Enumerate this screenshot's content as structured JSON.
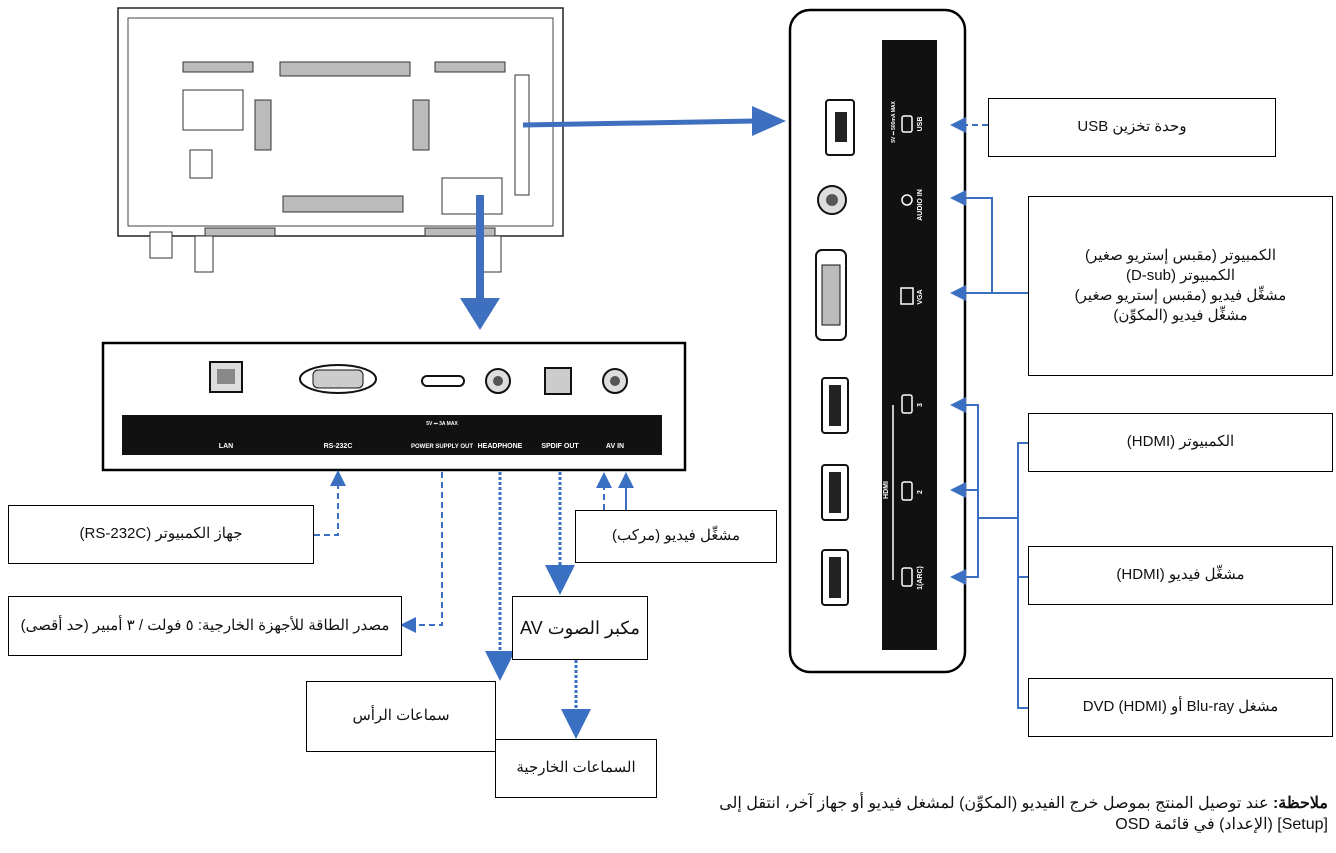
{
  "rear_panel_right": {
    "usb_label": "USB",
    "usb_spec": "5V ⎓ 500mA MAX",
    "audio_in_label": "AUDIO IN",
    "vga_label": "VGA",
    "hdmi_label": "HDMI",
    "hdmi_ports": [
      "3",
      "2",
      "1(ARC)"
    ]
  },
  "rear_panel_bottom": {
    "ports": [
      "LAN",
      "RS-232C",
      "POWER SUPPLY OUT",
      "HEADPHONE",
      "SPDIF OUT",
      "AV IN"
    ],
    "power_spec": "5V ⎓ 3A MAX"
  },
  "devices": {
    "usb_storage": "وحدة تخزين USB",
    "pc_group": [
      "الكمبيوتر (مقبس إستريو صغير)",
      "الكمبيوتر (D-sub)",
      "مشغِّل فيديو (مقبس إستريو صغير)",
      "مشغِّل فيديو (المكوِّن)"
    ],
    "pc_hdmi": "الكمبيوتر (HDMI)",
    "video_player_hdmi": "مشغِّل فيديو (HDMI)",
    "bluray_dvd": "مشغل Blu-ray أو DVD (HDMI)",
    "rs232c_pc": "جهاز الكمبيوتر (RS-232C)",
    "video_composite": "مشغِّل فيديو (مركب)",
    "power_source": "مصدر الطاقة للأجهزة الخارجية: ٥ فولت / ٣ أمبير (حد أقصى)",
    "av_amp": "مكبر الصوت AV",
    "headphones": "سماعات الرأس",
    "external_speakers": "السماعات الخارجية"
  },
  "note": {
    "label": "ملاحظة:",
    "text": "عند توصيل المنتج بموصل خرج الفيديو (المكوِّن) لمشغل فيديو أو جهاز آخر، انتقل إلى [Setup] (الإعداد) في قائمة OSD"
  },
  "colors": {
    "arrow": "#3f6fbf",
    "line": "#3b6fc2",
    "panel": "#111111"
  }
}
